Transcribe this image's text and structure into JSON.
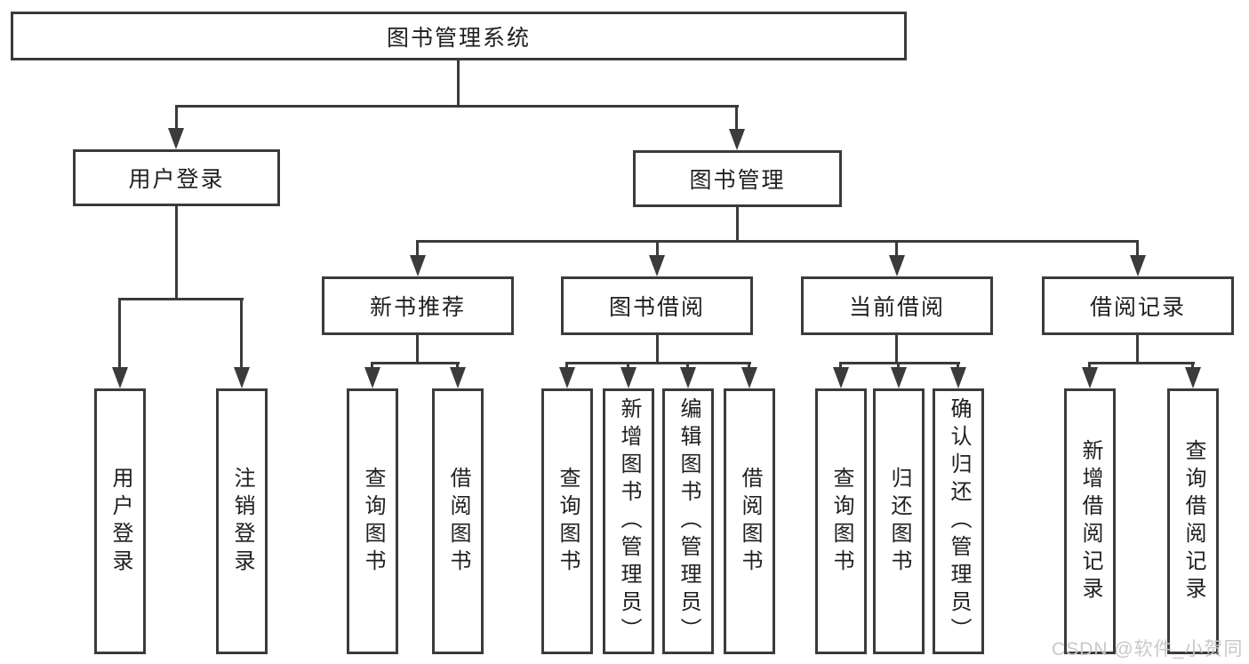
{
  "tree": {
    "root": {
      "label": "图书管理系统"
    },
    "branches": [
      {
        "label": "用户登录",
        "children": [
          {
            "label": "用户登录"
          },
          {
            "label": "注销登录"
          }
        ]
      },
      {
        "label": "图书管理",
        "sections": [
          {
            "label": "新书推荐",
            "children": [
              {
                "label": "查询图书"
              },
              {
                "label": "借阅图书"
              }
            ]
          },
          {
            "label": "图书借阅",
            "children": [
              {
                "label": "查询图书"
              },
              {
                "label": "新增图书（管理员）"
              },
              {
                "label": "编辑图书（管理员）"
              },
              {
                "label": "借阅图书"
              }
            ]
          },
          {
            "label": "当前借阅",
            "children": [
              {
                "label": "查询图书"
              },
              {
                "label": "归还图书"
              },
              {
                "label": "确认归还（管理员）"
              }
            ]
          },
          {
            "label": "借阅记录",
            "children": [
              {
                "label": "新增借阅记录"
              },
              {
                "label": "查询借阅记录"
              }
            ]
          }
        ]
      }
    ]
  },
  "watermark": {
    "text": "CSDN @软件_小贺同学"
  },
  "colors": {
    "line": "#3b3b3b",
    "text": "#1f1f1f",
    "background": "#ffffff",
    "watermark": "#c8c8c8"
  }
}
